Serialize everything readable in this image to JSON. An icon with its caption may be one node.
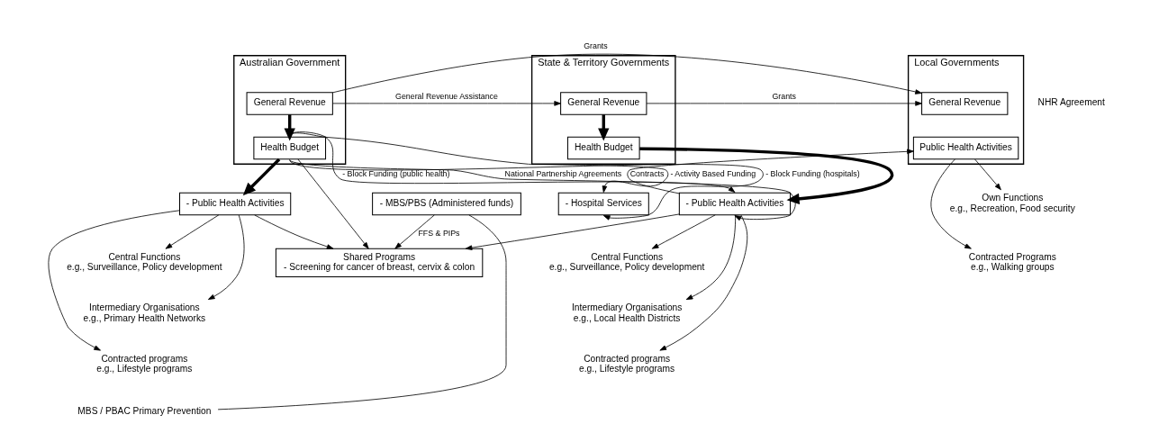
{
  "diagram": {
    "nodes": [
      {
        "text": [
          "Australian Government"
        ]
      },
      {
        "text": [
          "General Revenue"
        ],
        "in": 0
      },
      {
        "text": [
          "Health Budget"
        ],
        "in": 0
      },
      {
        "text": [
          "- MBS/PBS (Administered funds)"
        ]
      },
      {
        "text": [
          "- Public Health Activities"
        ]
      },
      {
        "text": [
          "State & Territory Governments"
        ]
      },
      {
        "text": [
          "General Revenue"
        ],
        "in": 5
      },
      {
        "text": [
          "Health Budget"
        ],
        "in": 5
      },
      {
        "text": [
          "- Hospital Services"
        ]
      },
      {
        "text": [
          "- Public Health Activities"
        ]
      },
      {
        "text": [
          "Local Governments"
        ]
      },
      {
        "text": [
          "General Revenue"
        ],
        "in": 10
      },
      {
        "text": [
          "Public Health Activities"
        ],
        "in": 10
      },
      {
        "text": [
          "Shared Programs",
          "- Screening for cancer of breast, cervix & colon"
        ]
      },
      {
        "text": [
          "Central Functions",
          "e.g., Surveillance, Policy development"
        ]
      },
      {
        "text": [
          "Intermediary Organisations",
          "e.g., Primary Health Networks"
        ]
      },
      {
        "text": [
          "Contracted programs",
          "e.g., Lifestyle programs"
        ]
      },
      {
        "text": [
          "MBS / PBAC Primary Prevention"
        ]
      },
      {
        "text": [
          "Central Functions",
          "e.g., Surveillance, Policy development"
        ]
      },
      {
        "text": [
          "Intermediary Organisations",
          "e.g., Local Health Districts"
        ]
      },
      {
        "text": [
          "Contracted programs",
          "e.g., Lifestyle programs"
        ]
      },
      {
        "text": [
          "Own Functions",
          "e.g., Recreation, Food security"
        ]
      },
      {
        "text": [
          "Contracted Programs",
          "e.g., Walking groups"
        ]
      }
    ],
    "edges": [
      {
        "from": 1,
        "to": 2,
        "arrow": "to",
        "style": "thick"
      },
      {
        "from": 2,
        "to": 4,
        "arrow": "to",
        "style": "thick"
      },
      {
        "from": 6,
        "to": 7,
        "arrow": "to",
        "style": "thick"
      },
      {
        "from": 7,
        "to": 9,
        "arrow": "to",
        "style": "thick"
      },
      {
        "from": 1,
        "to": 11,
        "label": "Grants",
        "arrow": "to"
      },
      {
        "from": 1,
        "to": 6,
        "label": "General Revenue Assistance",
        "arrow": "to"
      },
      {
        "from": 6,
        "to": 11,
        "label": "Grants",
        "arrow": "to"
      },
      {
        "from": 9,
        "to": 12,
        "label": "Contracts",
        "arrow": "to"
      },
      {
        "from": 2,
        "to": 8,
        "label": "- Activity Based Funding",
        "arrow": "to"
      },
      {
        "from": 2,
        "to": 8,
        "label": "- Block Funding (hospitals)",
        "arrow": "to"
      },
      {
        "from": 2,
        "to": 9,
        "label": "- Block Funding (public health)",
        "arrow": "to"
      },
      {
        "from": 2,
        "to": 9,
        "label": "National Partnership Agreements",
        "arrow": "to"
      },
      {
        "from": 2,
        "to": 13,
        "arrow": "to"
      },
      {
        "from": 3,
        "to": 13,
        "label": "FFS & PIPs",
        "arrow": "to"
      },
      {
        "from": 4,
        "to": 13,
        "arrow": "to"
      },
      {
        "from": 9,
        "to": 13,
        "arrow": "to"
      },
      {
        "from": 4,
        "to": 14,
        "arrow": "to"
      },
      {
        "from": 4,
        "to": 15,
        "arrow": "to"
      },
      {
        "from": 4,
        "to": 16,
        "arrow": "to"
      },
      {
        "from": 3,
        "to": 17,
        "arrow": "none"
      },
      {
        "from": 9,
        "to": 18,
        "arrow": "to"
      },
      {
        "from": 9,
        "to": 19,
        "arrow": "to"
      },
      {
        "from": 9,
        "to": 20,
        "arrow": "to"
      },
      {
        "from": 12,
        "to": 21,
        "arrow": "to"
      },
      {
        "from": 12,
        "to": 22,
        "arrow": "to"
      }
    ],
    "labels": [
      "NHR Agreement"
    ]
  }
}
